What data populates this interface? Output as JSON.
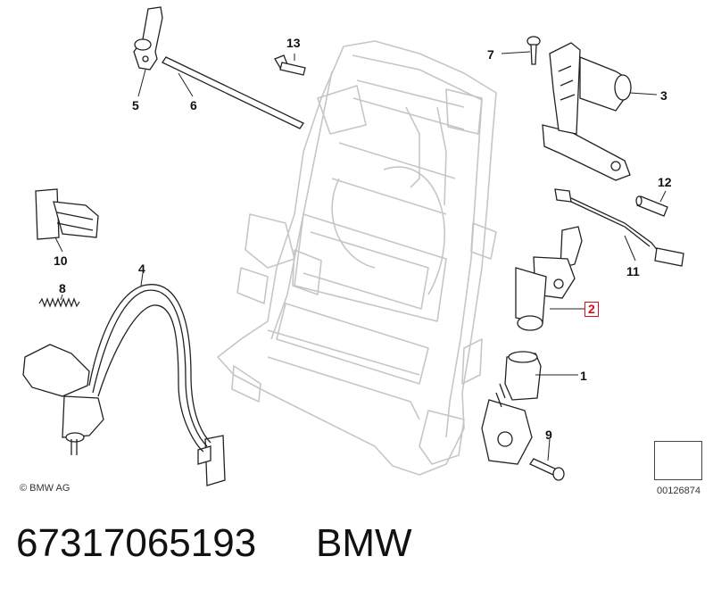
{
  "callouts": {
    "c1": "1",
    "c2": "2",
    "c3": "3",
    "c4": "4",
    "c5": "5",
    "c6": "6",
    "c7": "7",
    "c8": "8",
    "c9": "9",
    "c10": "10",
    "c11": "11",
    "c12": "12",
    "c13": "13"
  },
  "copyright": "© BMW AG",
  "reference_number": "00126874",
  "part_number": "67317065193",
  "brand": "BMW",
  "colors": {
    "highlight": "#d0101a",
    "line": "#222222",
    "frame": "#c8c8c8"
  }
}
